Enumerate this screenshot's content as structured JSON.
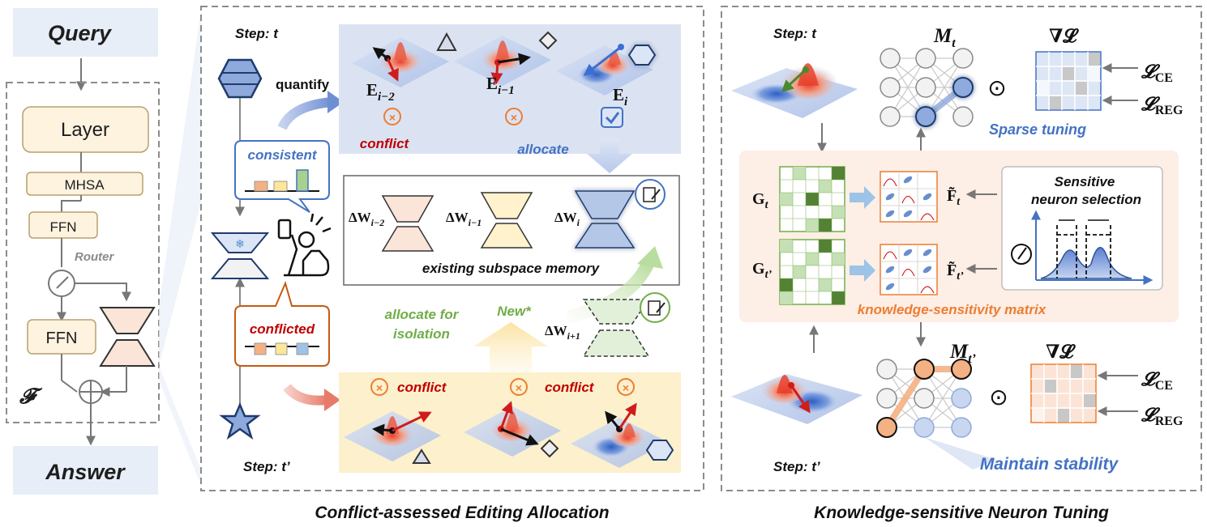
{
  "left": {
    "query": "Query",
    "answer": "Answer",
    "layer": "Layer",
    "mhsa": "MHSA",
    "ffn_top": "FFN",
    "ffn_bottom": "FFN",
    "router": "Router",
    "f_symbol": "𝓕"
  },
  "middle": {
    "caption": "Conflict-assessed Editing Allocation",
    "step_t": "Step: t",
    "step_t2": "Step: t’",
    "quantify": "quantify",
    "consistent": "consistent",
    "conflicted": "conflicted",
    "e_im2": "E",
    "e_im2_sub": "i−2",
    "e_im1": "E",
    "e_im1_sub": "i−1",
    "e_i": "E",
    "e_i_sub": "i",
    "conflict_top": "conflict",
    "allocate_top": "allocate",
    "dw_im2": "ΔW",
    "dw_im2_sub": "i−2",
    "dw_im1": "ΔW",
    "dw_im1_sub": "i−1",
    "dw_i": "ΔW",
    "dw_i_sub": "i",
    "memory_label": "existing subspace memory",
    "allocate_isolation_1": "allocate for",
    "allocate_isolation_2": "isolation",
    "new_label": "New*",
    "dw_ip1": "ΔW",
    "dw_ip1_sub": "i+1",
    "conflict_b1": "conflict",
    "conflict_b2": "conflict"
  },
  "right": {
    "caption": "Knowledge-sensitive Neuron Tuning",
    "step_t": "Step: t",
    "step_t2": "Step: t’",
    "m_t": "M",
    "m_t_sub": "t",
    "m_t2": "M",
    "m_t2_sub": "t’",
    "grad_top": "∇𝓛",
    "grad_bottom": "∇𝓛",
    "lce_top": "𝓛",
    "lce_top_sub": "CE",
    "lreg_top": "𝓛",
    "lreg_top_sub": "REG",
    "lce_bottom": "𝓛",
    "lce_bottom_sub": "CE",
    "lreg_bottom": "𝓛",
    "lreg_bottom_sub": "REG",
    "sparse_tuning": "Sparse tuning",
    "g_t": "G",
    "g_t_sub": "t",
    "g_t2": "G",
    "g_t2_sub": "t’",
    "f_t": "F̃",
    "f_t_sub": "t",
    "f_t2": "F̃",
    "f_t2_sub": "t’",
    "sensitive_1": "Sensitive",
    "sensitive_2": "neuron selection",
    "ks_matrix": "knowledge-sensitivity matrix",
    "maintain": "Maintain stability",
    "odot": "⊙"
  },
  "colors": {
    "dashed": "#8c8c8c",
    "query_bg": "#e8eef8",
    "layer_bg": "#fdf3df",
    "layer_border": "#b8a070",
    "blue_panel": "#dbe3f3",
    "yellow_panel": "#fdf0cc",
    "orange_panel": "#fdeee6",
    "red_text": "#c00000",
    "blue_text": "#4472c4",
    "green_text": "#70ad47",
    "orange_text": "#ed7d31"
  }
}
